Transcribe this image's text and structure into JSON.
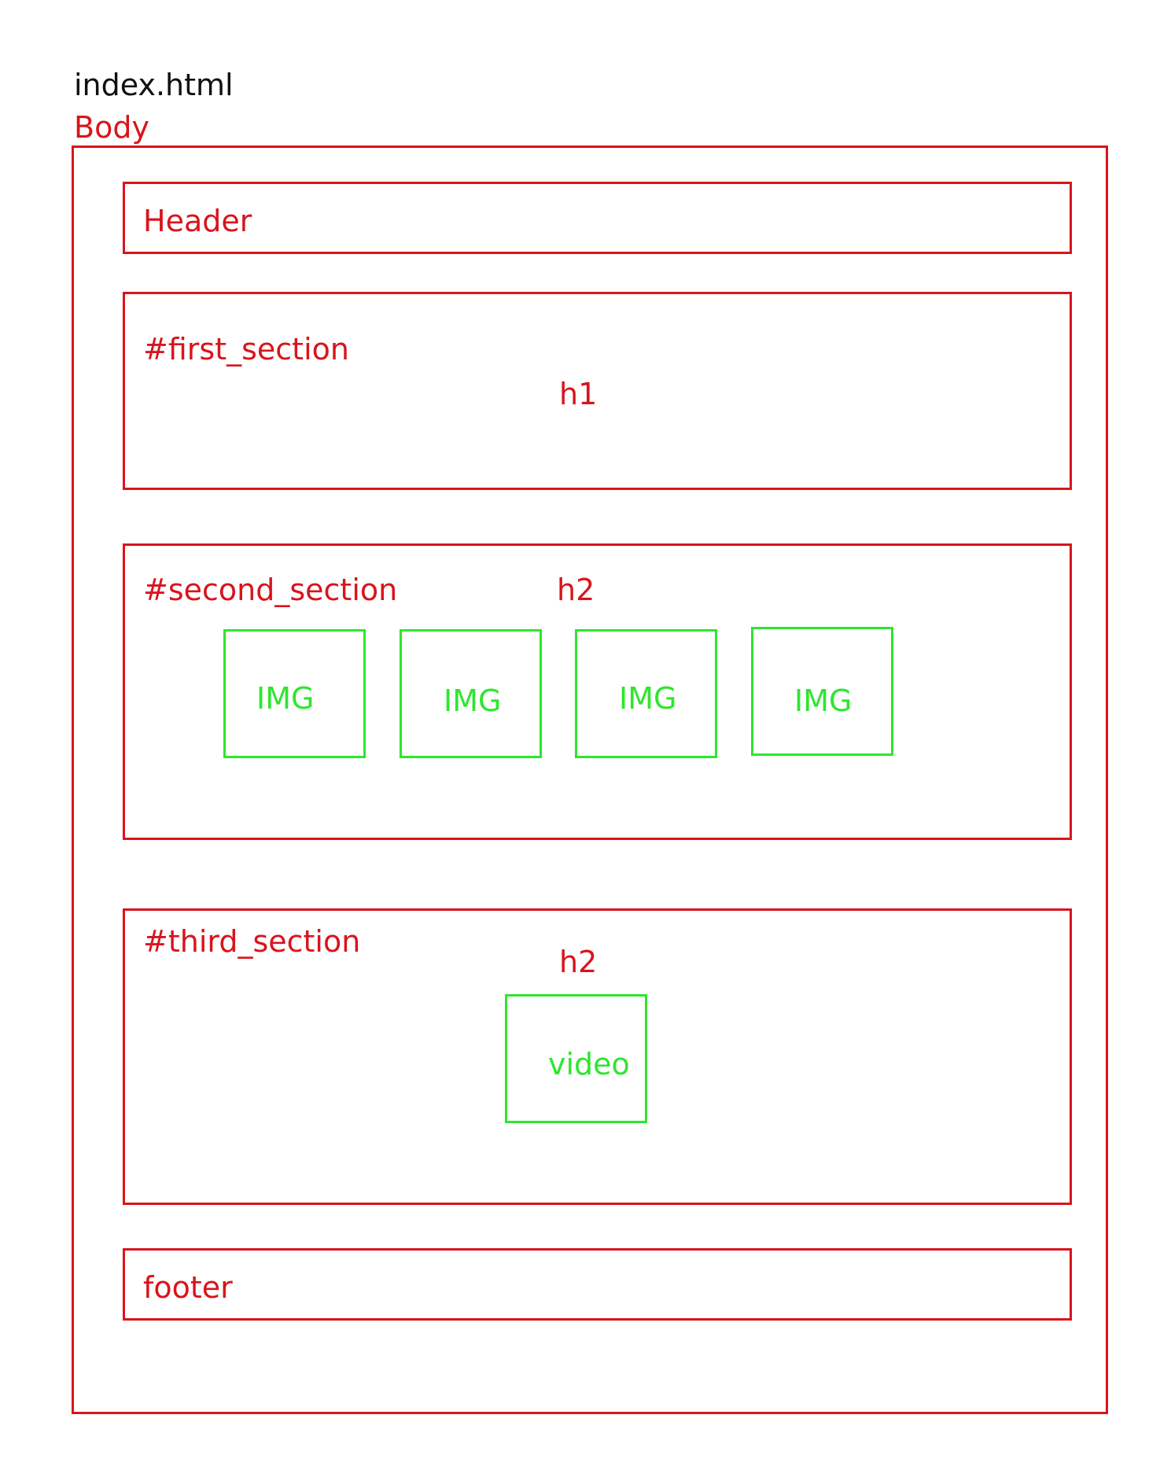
{
  "file_title": "index.html",
  "body_label": "Body",
  "header": {
    "label": "Header"
  },
  "first_section": {
    "label": "#first_section",
    "heading": "h1"
  },
  "second_section": {
    "label": "#second_section",
    "heading": "h2",
    "images": [
      "IMG",
      "IMG",
      "IMG",
      "IMG"
    ]
  },
  "third_section": {
    "label": "#third_section",
    "heading": "h2",
    "media": "video"
  },
  "footer": {
    "label": "footer"
  },
  "colors": {
    "container": "#d9141c",
    "media": "#2ee62e",
    "title": "#111111"
  }
}
